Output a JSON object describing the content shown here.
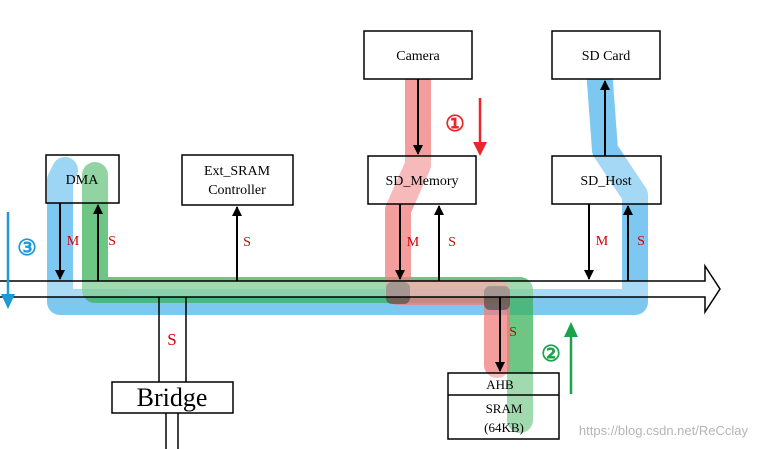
{
  "blocks": {
    "camera": "Camera",
    "sd_card": "SD Card",
    "dma": "DMA",
    "ext_sram_line1": "Ext_SRAM",
    "ext_sram_line2": "Controller",
    "sd_memory": "SD_Memory",
    "sd_host": "SD_Host",
    "bridge": "Bridge",
    "ahb_sram_top": "AHB",
    "ahb_sram_mid": "SRAM",
    "ahb_sram_bottom": "(64KB)"
  },
  "ports": {
    "dma_master": "M",
    "dma_slave": "S",
    "ext_sram_slave": "S",
    "sd_memory_master": "M",
    "sd_memory_slave": "S",
    "sd_host_master": "M",
    "sd_host_slave": "S",
    "bridge_slave": "S",
    "ahb_sram_slave": "S"
  },
  "paths": {
    "red": {
      "label": "①",
      "color": "#e8262b"
    },
    "green": {
      "label": "②",
      "color": "#1aa34a"
    },
    "blue": {
      "label": "③",
      "color": "#1c9ad6"
    }
  },
  "colors": {
    "red_highlight": "#f07c7c",
    "green_highlight": "#3cb35a",
    "blue_highlight": "#52b6ec",
    "port_label": "#cc0000"
  },
  "watermark": "https://blog.csdn.net/ReCclay"
}
